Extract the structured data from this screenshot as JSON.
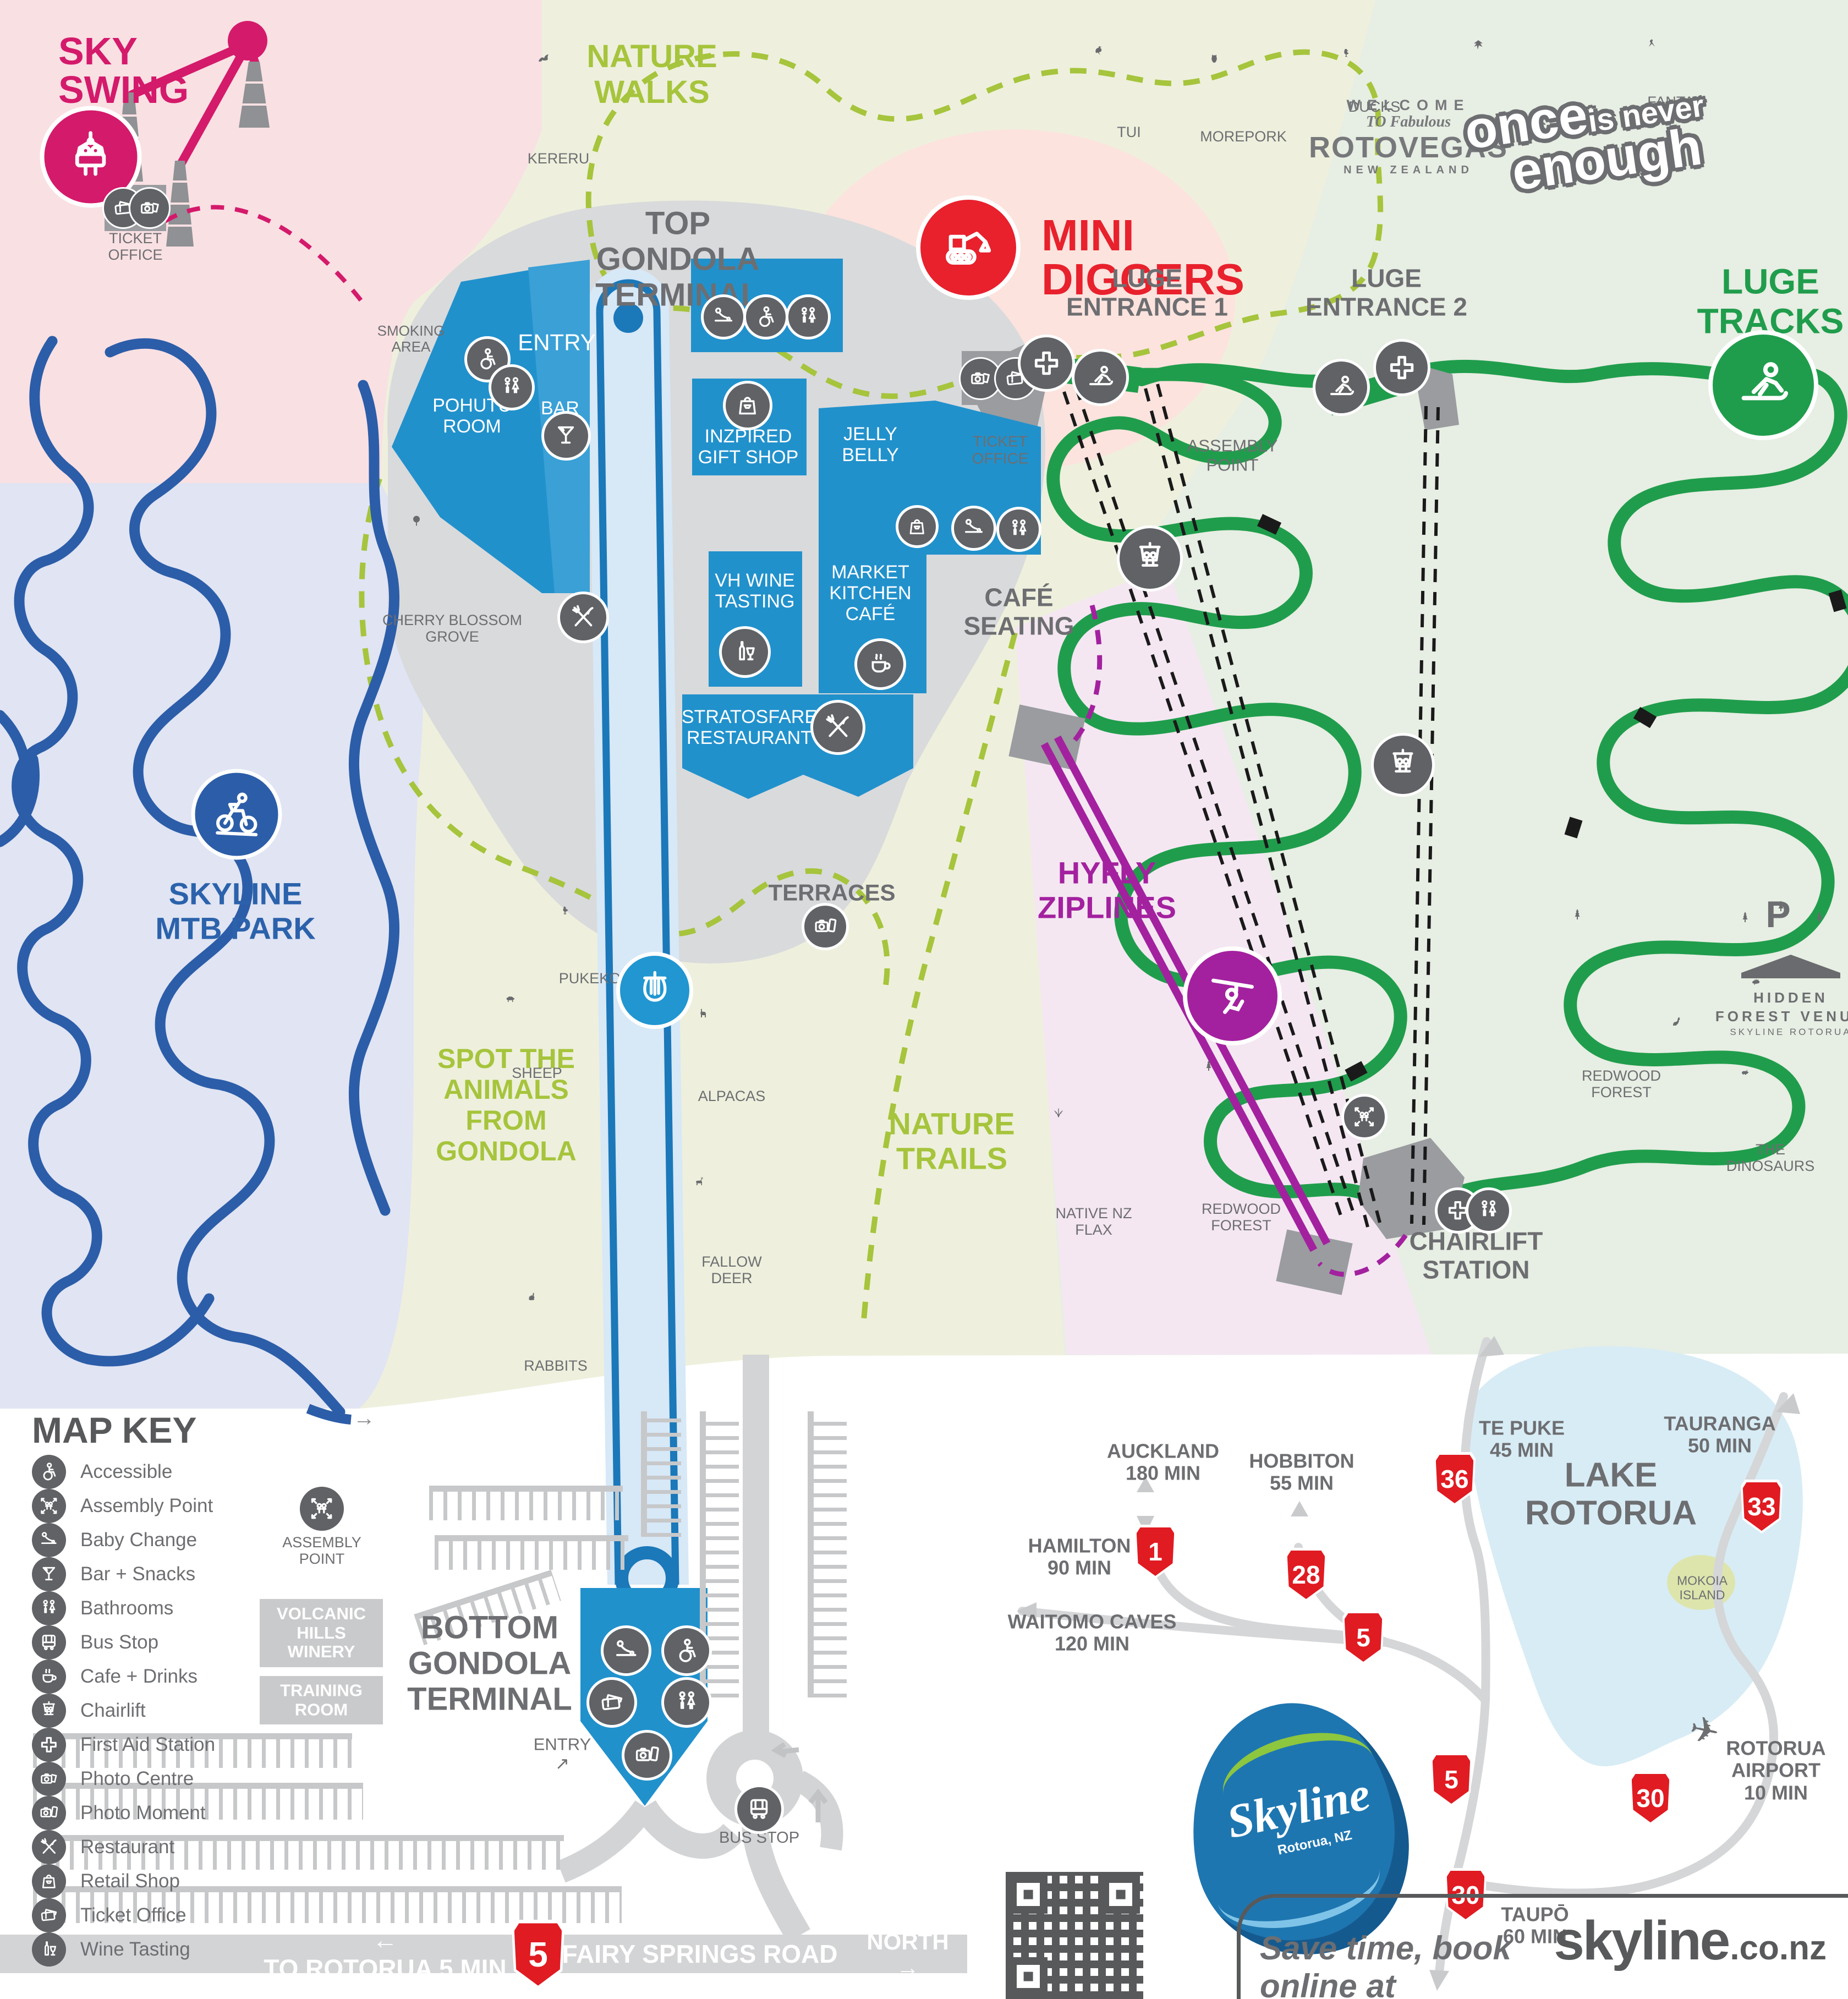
{
  "colors": {
    "pink_zone": "#f9e0e3",
    "cream_zone": "#eef0dd",
    "sage_zone": "#e7eee3",
    "lavender_zone": "#e0e4f3",
    "zip_zone": "#f4e7f2",
    "terminal_grey": "#d9dadc",
    "blue_building": "#2191cc",
    "track_blue": "#1b78b9",
    "mtb_blue": "#2c5da8",
    "luge_green": "#209d4c",
    "trail_green": "#a6c43c",
    "zip_purple": "#a3219f",
    "swing_pink": "#d41a6b",
    "digger_red": "#e8212d",
    "shield_red": "#e01b22",
    "icon_grey": "#606266",
    "text_grey": "#6d6e71"
  },
  "sky_swing": {
    "title_1": "SKY",
    "title_2": "SWING",
    "ticket_1": "TICKET",
    "ticket_2": "OFFICE"
  },
  "nature_walks": {
    "title_1": "NATURE",
    "title_2": "WALKS",
    "birds": [
      "KERERU",
      "TUI",
      "MOREPORK",
      "DUCKS",
      "HAWKS",
      "FANTAIL"
    ]
  },
  "mini_diggers": {
    "title_1": "MINI",
    "title_2": "DIGGERS"
  },
  "rotovegas": {
    "welcome": "WELCOME",
    "to": "TO Fabulous",
    "name": "ROTOVEGAS",
    "country": "NEW ZEALAND"
  },
  "slogan": {
    "l1": "once",
    "l2": "is never",
    "l3": "enough"
  },
  "top_terminal": {
    "title_1": "TOP",
    "title_2": "GONDOLA",
    "title_3": "TERMINAL",
    "smoking_1": "SMOKING",
    "smoking_2": "AREA",
    "entry": "ENTRY",
    "pohutu_1": "POHUTU",
    "pohutu_2": "ROOM",
    "bar": "BAR",
    "gift_1": "INZPIRED",
    "gift_2": "GIFT SHOP",
    "wine_1": "VH WINE",
    "wine_2": "TASTING",
    "jelly_1": "JELLY",
    "jelly_2": "BELLY",
    "market_1": "MARKET",
    "market_2": "KITCHEN",
    "market_3": "CAFÉ",
    "cafe_1": "CAFÉ",
    "cafe_2": "SEATING",
    "strat_1": "STRATOSFARE",
    "strat_2": "RESTAURANT",
    "terraces": "TERRACES"
  },
  "luge": {
    "title_1": "LUGE",
    "title_2": "TRACKS",
    "ent1_1": "LUGE",
    "ent1_2": "ENTRANCE 1",
    "ent2_1": "LUGE",
    "ent2_2": "ENTRANCE 2",
    "assembly_1": "ASSEMBLY",
    "assembly_2": "POINT",
    "ticket_1": "TICKET",
    "ticket_2": "OFFICE",
    "station_1": "CHAIRLIFT",
    "station_2": "STATION",
    "parking": "P"
  },
  "hyfly": {
    "t1": "HYFLY",
    "t2": "ZIPLINES"
  },
  "mtb": {
    "t1": "SKYLINE",
    "t2": "MTB PARK"
  },
  "animals": {
    "headline_1": "SPOT THE",
    "headline_2": "ANIMALS",
    "headline_3": "FROM",
    "headline_4": "GONDOLA",
    "pukeko": "PUKEKO",
    "sheep": "SHEEP",
    "rabbits": "RABBITS",
    "alpacas": "ALPACAS",
    "fallow_1": "FALLOW",
    "fallow_2": "DEER",
    "cherry_1": "CHERRY BLOSSOM",
    "cherry_2": "GROVE"
  },
  "nature_trails": {
    "t1": "NATURE",
    "t2": "TRAILS",
    "flax_1": "NATIVE NZ",
    "flax_2": "FLAX",
    "redwood_1": "REDWOOD",
    "redwood_2": "FOREST"
  },
  "forest": {
    "hidden_1": "HIDDEN",
    "hidden_2": "FOREST VENUE",
    "hidden_3": "SKYLINE ROTORUA",
    "redwood_1": "REDWOOD",
    "redwood_2": "FOREST",
    "dino_1": "THE",
    "dino_2": "DINOSAURS"
  },
  "map_key": {
    "title": "MAP KEY",
    "items": [
      {
        "icon": "accessible-icon",
        "label": "Accessible"
      },
      {
        "icon": "assembly-point-icon",
        "label": "Assembly Point"
      },
      {
        "icon": "baby-change-icon",
        "label": "Baby Change"
      },
      {
        "icon": "bar-snacks-icon",
        "label": "Bar + Snacks"
      },
      {
        "icon": "bathrooms-icon",
        "label": "Bathrooms"
      },
      {
        "icon": "bus-stop-icon",
        "label": "Bus Stop"
      },
      {
        "icon": "cafe-drinks-icon",
        "label": "Cafe + Drinks"
      },
      {
        "icon": "chairlift-icon",
        "label": "Chairlift"
      },
      {
        "icon": "first-aid-icon",
        "label": "First Aid Station"
      },
      {
        "icon": "photo-centre-icon",
        "label": "Photo Centre"
      },
      {
        "icon": "photo-moment-icon",
        "label": "Photo Moment"
      },
      {
        "icon": "restaurant-icon",
        "label": "Restaurant"
      },
      {
        "icon": "retail-shop-icon",
        "label": "Retail Shop"
      },
      {
        "icon": "ticket-office-icon",
        "label": "Ticket Office"
      },
      {
        "icon": "wine-tasting-icon",
        "label": "Wine Tasting"
      }
    ]
  },
  "bottom": {
    "title_1": "BOTTOM",
    "title_2": "GONDOLA",
    "title_3": "TERMINAL",
    "volcanic_1": "VOLCANIC",
    "volcanic_2": "HILLS",
    "volcanic_3": "WINERY",
    "training_1": "TRAINING",
    "training_2": "ROOM",
    "assembly_1": "ASSEMBLY",
    "assembly_2": "POINT",
    "entry": "ENTRY",
    "entry_arrow": "↗",
    "bus": "BUS STOP"
  },
  "roads": {
    "west_arrow": "←",
    "rotorua": "TO ROTORUA 5 MIN",
    "shield": "5",
    "fairy": "FAIRY SPRINGS ROAD",
    "north": "NORTH",
    "north_arrow": "→",
    "mtb_exit_arrow": "→"
  },
  "minimap": {
    "lake_1": "LAKE",
    "lake_2": "ROTORUA",
    "mokoia_1": "MOKOIA",
    "mokoia_2": "ISLAND",
    "auckland_1": "AUCKLAND",
    "auckland_2": "180 MIN",
    "hamilton_1": "HAMILTON",
    "hamilton_2": "90 MIN",
    "waitomo_1": "WAITOMO CAVES",
    "waitomo_2": "120 MIN",
    "hobbiton_1": "HOBBITON",
    "hobbiton_2": "55 MIN",
    "tepuke_1": "TE PUKE",
    "tepuke_2": "45 MIN",
    "tauranga_1": "TAURANGA",
    "tauranga_2": "50 MIN",
    "airport_1": "ROTORUA",
    "airport_2": "AIRPORT",
    "airport_3": "10 MIN",
    "taupo_1": "TAUPŌ",
    "taupo_2": "60 MIN",
    "shields": [
      "1",
      "28",
      "36",
      "33",
      "5",
      "5",
      "30",
      "30"
    ]
  },
  "logo": {
    "name": "Skyline",
    "sub": "Rotorua, NZ"
  },
  "footer": {
    "pre": "Save time, book online at",
    "brand": "skyline",
    "tld": ".co.nz"
  }
}
